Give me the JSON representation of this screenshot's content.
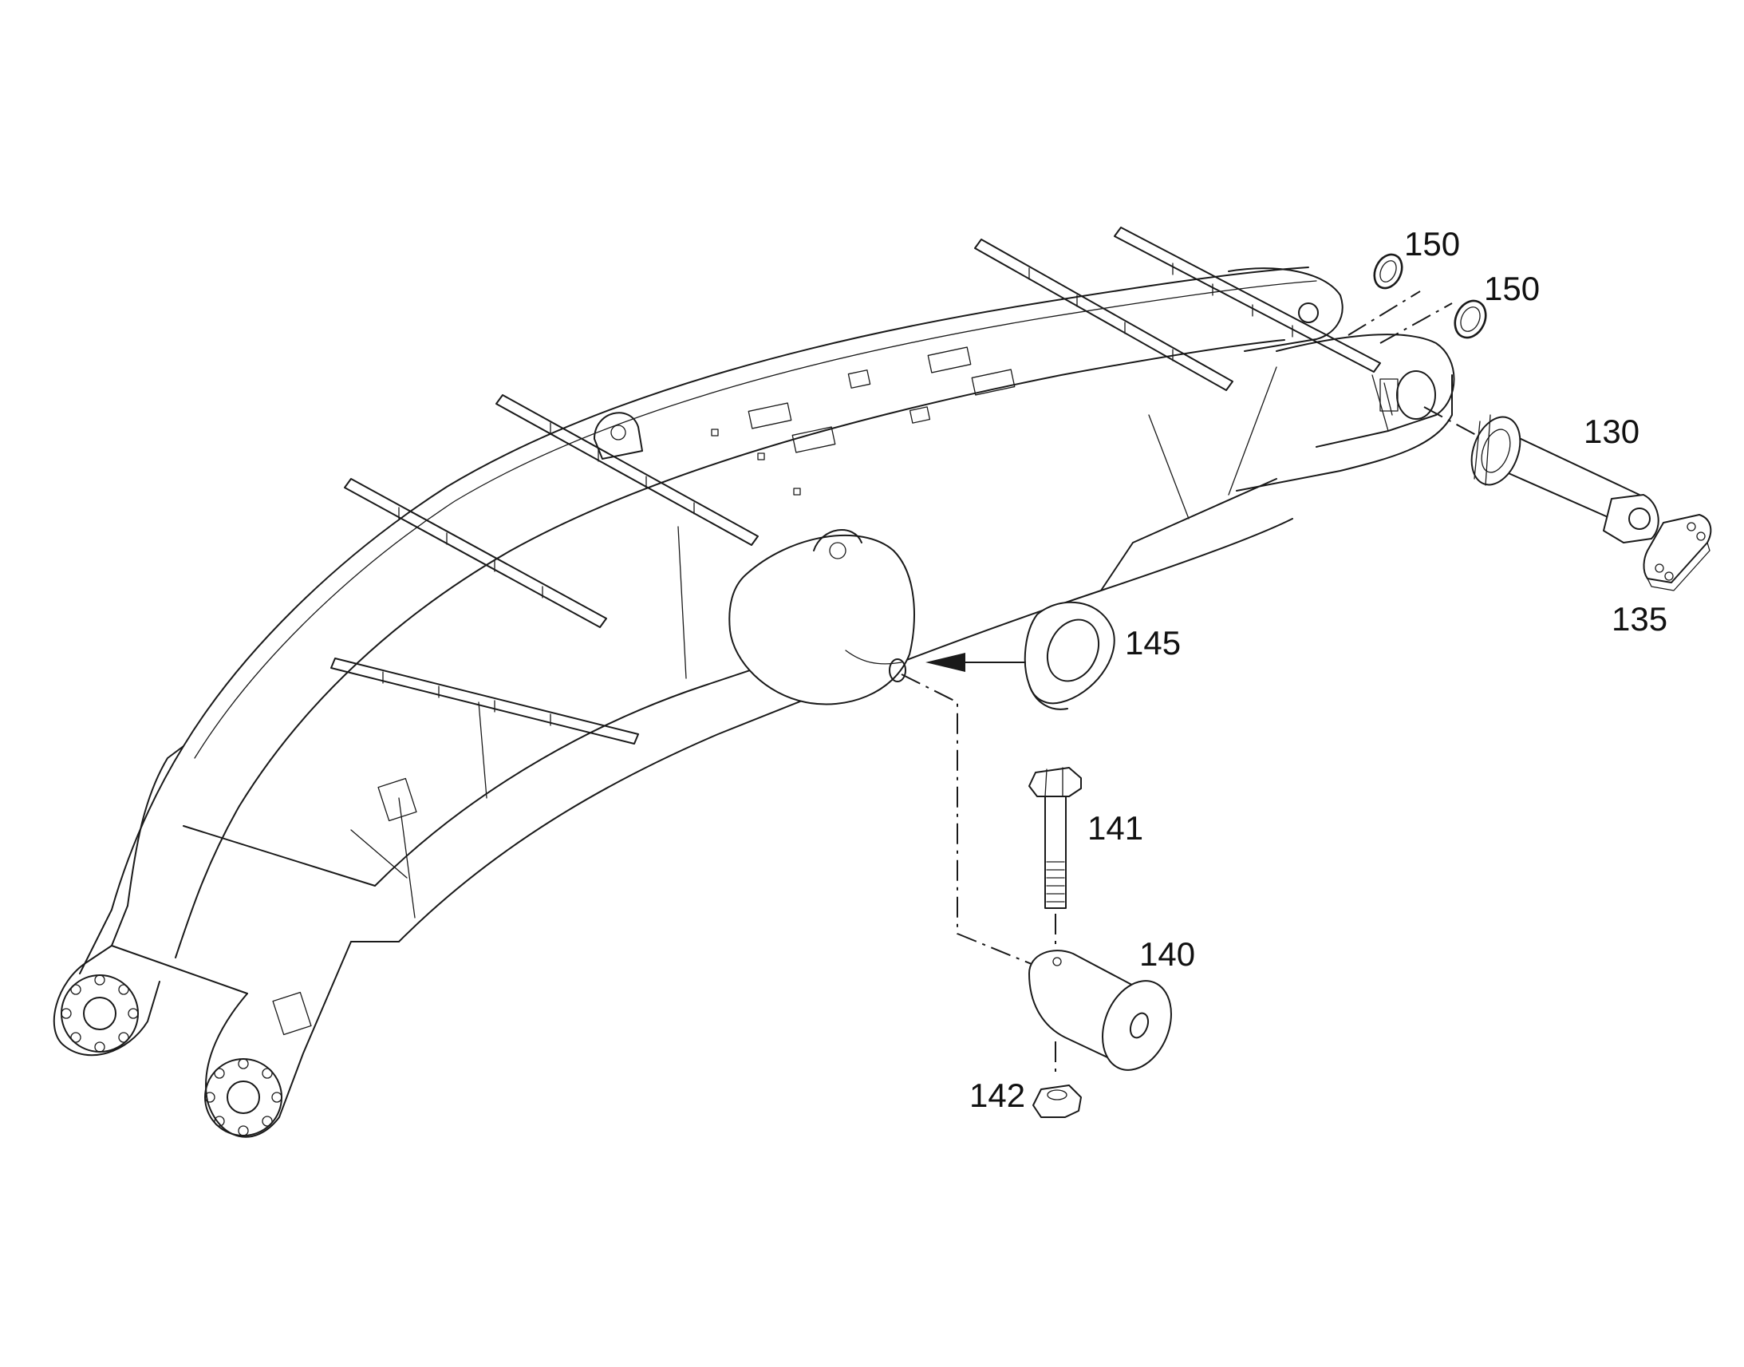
{
  "callouts": {
    "c150a": "150",
    "c150b": "150",
    "c130": "130",
    "c135": "135",
    "c145": "145",
    "c141": "141",
    "c140": "140",
    "c142": "142"
  },
  "colors": {
    "ink": "#1a1a1a",
    "background": "#ffffff"
  }
}
